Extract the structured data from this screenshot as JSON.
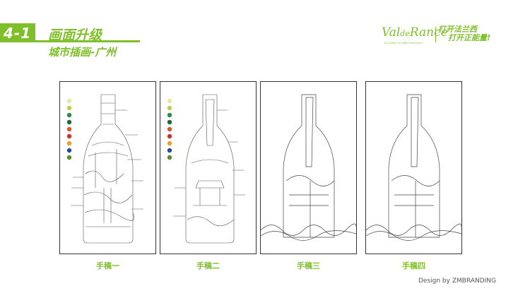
{
  "header": {
    "number": "4-1",
    "title": "画面升级",
    "subtitle": "城市插画-广州"
  },
  "logo": {
    "brand_a": "Val",
    "brand_b": "de",
    "brand_c": "Rance",
    "tagline": "Le Cidre en effervescence !",
    "slogan_line1": "打开法兰西",
    "slogan_line2": "打开正能量!"
  },
  "sketches": [
    {
      "caption": "手稿一"
    },
    {
      "caption": "手稿二"
    },
    {
      "caption": "手稿三"
    },
    {
      "caption": "手稿四"
    }
  ],
  "palette": [
    "#e8e6a8",
    "#c8c84a",
    "#2f8a4a",
    "#1f6a3a",
    "#d85a2a",
    "#c8342a",
    "#e8a02a",
    "#2a4aa0",
    "#5a8a2a"
  ],
  "colors": {
    "accent": "#7fbf2a"
  },
  "footer": {
    "credit": "Design by ZMBRANDING"
  }
}
